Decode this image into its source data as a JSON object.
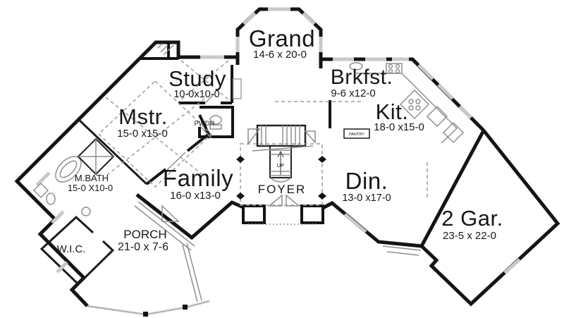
{
  "plan": {
    "rooms": {
      "grand": {
        "name": "Grand",
        "dims": "14-6 x 20-0"
      },
      "study": {
        "name": "Study",
        "dims": "10-0x10-0"
      },
      "brkfst": {
        "name": "Brkfst.",
        "dims": "9-6 x12-0"
      },
      "mstr": {
        "name": "Mstr.",
        "dims": "15-0 x15-0"
      },
      "kit": {
        "name": "Kit.",
        "dims": "18-0 x15-0"
      },
      "pwdr": {
        "name": "PWDR"
      },
      "family": {
        "name": "Family",
        "dims": "16-0 x13-0"
      },
      "foyer": {
        "name": "FOYER"
      },
      "din": {
        "name": "Din.",
        "dims": "13-0 x17-0"
      },
      "mbath": {
        "name": "M.BATH",
        "dims": "15-0 X10-0"
      },
      "wic": {
        "name": "W.I.C."
      },
      "porch": {
        "name": "PORCH",
        "dims": "21-0 x 7-6"
      },
      "garage": {
        "name": "2 Gar.",
        "dims": "23-5 x 22-0"
      },
      "pantry": {
        "name": "PANTRY"
      }
    },
    "stairs": {
      "direction_label": "UP"
    },
    "colors": {
      "wall": "#141414",
      "window": "#c9c9c9",
      "detail_gray": "#8f8f8f",
      "text": "#171717",
      "background": "#ffffff"
    }
  }
}
